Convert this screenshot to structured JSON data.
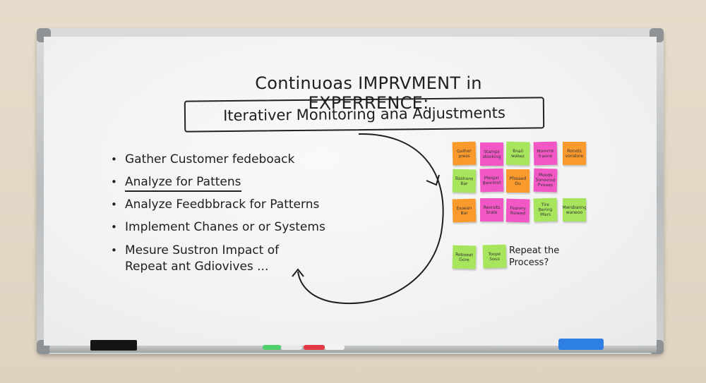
{
  "board": {
    "title": "Continuoas IMPRVMENT in EXPERRENCE:",
    "subtitle": "Iterativer Monitoring ana Adjustments",
    "bullets": [
      "Gather Customer fedeboack",
      "Analyze for Pattens",
      "Analyze Feedbbrack for Patterns",
      "Implement Chanes or or Systems",
      "Mesure Sustron Impact of"
    ],
    "bullet_continuation": "Repeat ant Gdiovives ...",
    "repeat_text_line1": "Repeat the",
    "repeat_text_line2": "Process?"
  },
  "sticky_notes": [
    {
      "color": "orange",
      "text": "Gather press"
    },
    {
      "color": "pink",
      "text": "Stamps stooking"
    },
    {
      "color": "green",
      "text": "Bnall wakez"
    },
    {
      "color": "pink",
      "text": "Momme fraone"
    },
    {
      "color": "orange",
      "text": "Ronots vonslore"
    },
    {
      "color": "green",
      "text": "Bashons Bar"
    },
    {
      "color": "pink",
      "text": "Pteigar Bonntrot"
    },
    {
      "color": "orange",
      "text": "Pfosaed Gu"
    },
    {
      "color": "pink",
      "text": "Moods Sonovind Pvooes"
    },
    {
      "color": "orange",
      "text": "Esoean Bar"
    },
    {
      "color": "pink",
      "text": "Reorsits Srate"
    },
    {
      "color": "pink",
      "text": "Fearery Rsiwed"
    },
    {
      "color": "green",
      "text": "Tire Bering Pfers"
    },
    {
      "color": "green",
      "text": "Mwrsbanng waneoo"
    },
    {
      "color": "green",
      "text": "Reboeat Gore"
    },
    {
      "color": "green",
      "text": "Toope Sous"
    }
  ],
  "colors": {
    "orange": "#fb9a2c",
    "pink": "#f257c6",
    "green": "#a7e55c",
    "marker_blue": "#2d7fe3"
  }
}
